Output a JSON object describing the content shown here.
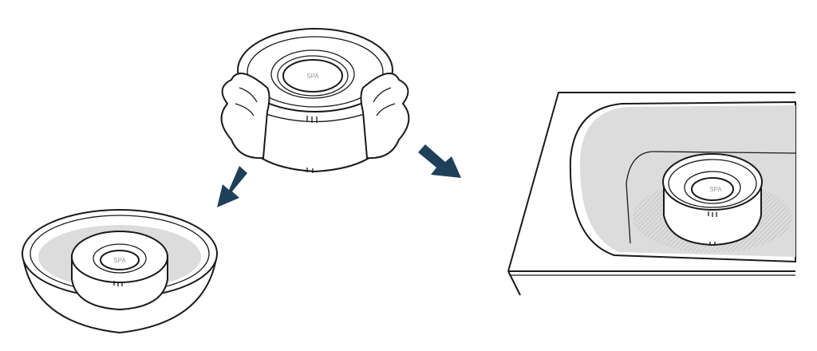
{
  "device": {
    "label": "SPA"
  },
  "bowl_scene": {
    "device_label": "SPA"
  },
  "tub_scene": {
    "device_label": "SPA"
  },
  "colors": {
    "arrow": "#1f4059",
    "water": "#dcdcdc",
    "line": "#1a1a1a"
  }
}
